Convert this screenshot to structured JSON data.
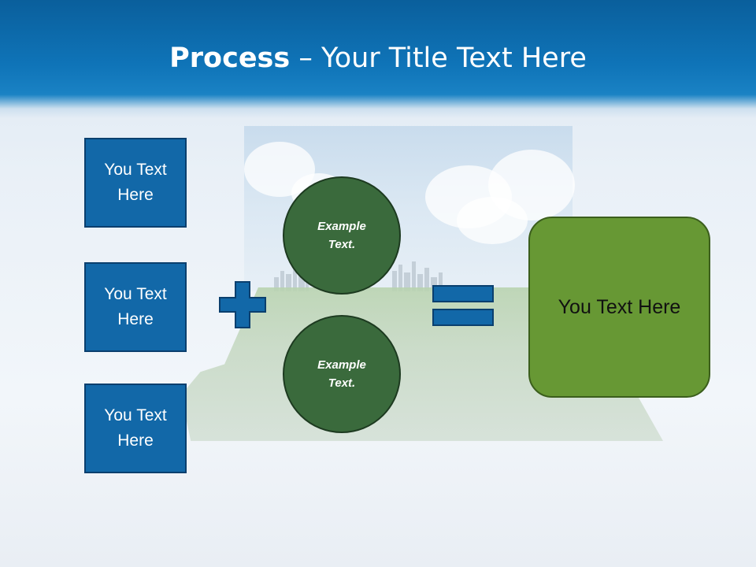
{
  "title": {
    "bold": "Process",
    "rest": " – Your Title Text Here"
  },
  "left_boxes": [
    {
      "line1": "You Text",
      "line2": "Here"
    },
    {
      "line1": "You Text",
      "line2": "Here"
    },
    {
      "line1": "You Text",
      "line2": "Here"
    }
  ],
  "circles": [
    {
      "line1": "Example",
      "line2": "Text."
    },
    {
      "line1": "Example",
      "line2": "Text."
    }
  ],
  "result": {
    "text": "You Text Here"
  },
  "icons": {
    "plus": "plus-icon",
    "equals": "equals-icon"
  },
  "colors": {
    "header": "#0f74b8",
    "box": "#1268a8",
    "circle": "#3a6a3c",
    "result": "#679834"
  }
}
